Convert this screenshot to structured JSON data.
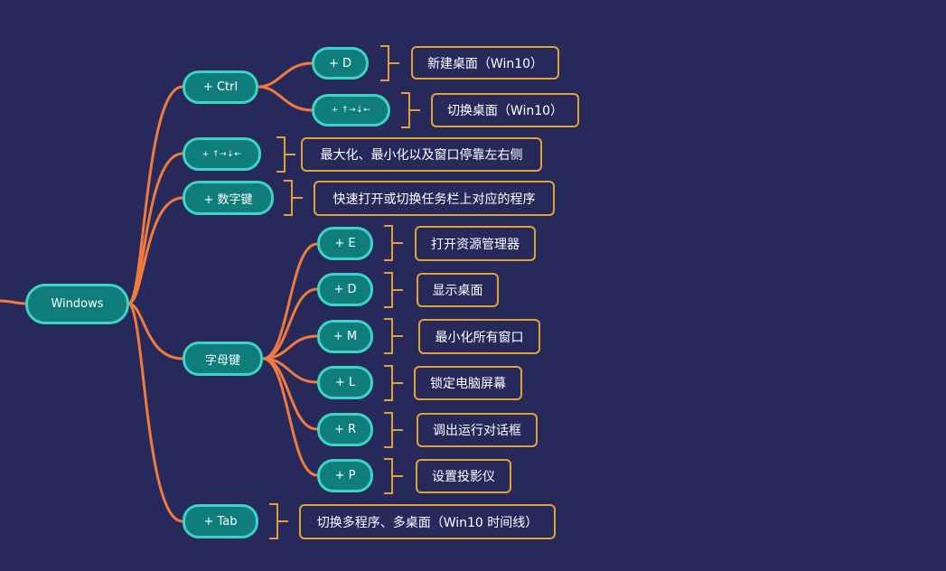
{
  "root": "Windows",
  "branches": [
    {
      "key": "+ Ctrl",
      "children": [
        {
          "key": "+ D",
          "desc": "新建桌面（Win10）"
        },
        {
          "key": "+ ↑→↓←",
          "desc": "切换桌面（Win10）"
        }
      ]
    },
    {
      "key": "+ ↑→↓←",
      "desc": "最大化、最小化以及窗口停靠左右侧"
    },
    {
      "key": "+ 数字键",
      "desc": "快速打开或切换任务栏上对应的程序"
    },
    {
      "key": "字母键",
      "children": [
        {
          "key": "+ E",
          "desc": "打开资源管理器"
        },
        {
          "key": "+ D",
          "desc": "显示桌面"
        },
        {
          "key": "+ M",
          "desc": "最小化所有窗口"
        },
        {
          "key": "+ L",
          "desc": "锁定电脑屏幕"
        },
        {
          "key": "+ R",
          "desc": "调出运行对话框"
        },
        {
          "key": "+ P",
          "desc": "设置投影仪"
        }
      ]
    },
    {
      "key": "+ Tab",
      "desc": "切换多程序、多桌面（Win10 时间线）"
    }
  ],
  "colors": {
    "background": "#27295a",
    "node_fill": "#0e7d7b",
    "node_border": "#3fd3c6",
    "connector": "#f07b3f",
    "desc_border": "#e2a13b"
  }
}
